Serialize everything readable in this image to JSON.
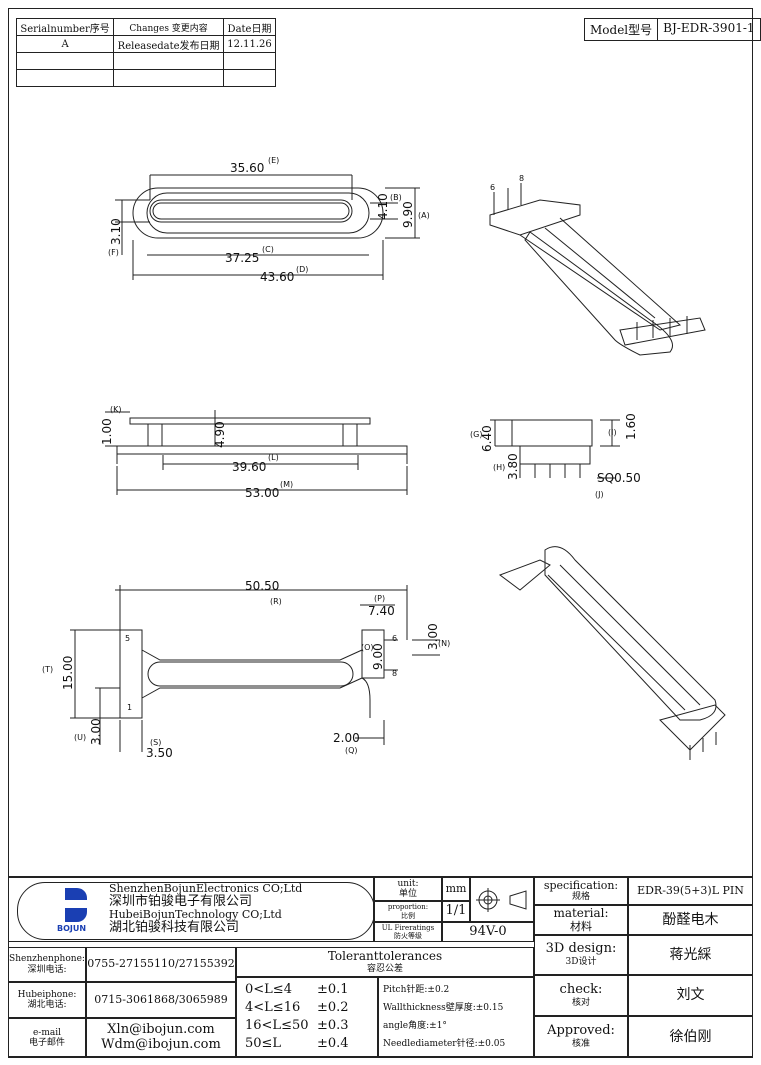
{
  "revision_table": {
    "headers": [
      "Serialnumber序号",
      "Changes 变更内容",
      "Date日期"
    ],
    "rows": [
      [
        "A",
        "Releasedate发布日期",
        "12.11.26"
      ],
      [
        "",
        "",
        ""
      ],
      [
        "",
        "",
        ""
      ]
    ]
  },
  "model": {
    "label": "Model型号",
    "value": "BJ-EDR-3901-1"
  },
  "top_view": {
    "dims": [
      "35.60",
      "4.10",
      "9.90",
      "3.10",
      "37.25",
      "43.60"
    ],
    "letters": [
      "(E)",
      "(B)",
      "(A)",
      "(F)",
      "(C)",
      "(D)"
    ]
  },
  "iso_top": {
    "pins": [
      "6",
      "8"
    ]
  },
  "front_view": {
    "dims": [
      "1.00",
      "4.90",
      "39.60",
      "53.00"
    ],
    "letters": [
      "(K)",
      "(L)",
      "(M)"
    ]
  },
  "side_view": {
    "dims": [
      "6.40",
      "1.60",
      "3.80",
      "SQ0.50"
    ],
    "letters": [
      "(G)",
      "(I)",
      "(H)",
      "(J)"
    ]
  },
  "bottom_view": {
    "dims": [
      "50.50",
      "7.40",
      "3.00",
      "15.00",
      "9.00",
      "3.00",
      "3.50",
      "2.00"
    ],
    "letters": [
      "(R)",
      "(P)",
      "(N)",
      "(T)",
      "(O)",
      "(U)",
      "(S)",
      "(Q)"
    ],
    "pins": [
      "5",
      "1",
      "6",
      "8"
    ]
  },
  "company": {
    "name_en_1": "ShenzhenBojunElectronics CO;Ltd",
    "name_cn_1": "深圳市铂骏电子有限公司",
    "name_en_2": "HubeiBojunTechnology CO;Ltd",
    "name_cn_2": "湖北铂骏科技有限公司",
    "logo_text": "BOJUN"
  },
  "title_block": {
    "unit_label": "unit:",
    "unit_label_cn": "单位",
    "unit_value": "mm",
    "proportion_label": "proportion:",
    "proportion_label_cn": "比例",
    "proportion_value": "1/1",
    "ul_label": "UL Fireratings",
    "ul_label_cn": "防火等级",
    "ul_value": "94V-0",
    "spec_label": "specification:",
    "spec_label_cn": "规格",
    "spec_value": "EDR-39(5+3)L PIN",
    "material_label": "material:",
    "material_label_cn": "材料",
    "material_value": "酚醛电木",
    "design_label": "3D design:",
    "design_label_cn": "3D设计",
    "design_value": "蒋光綵",
    "check_label": "check:",
    "check_label_cn": "核对",
    "check_value": "刘文",
    "approved_label": "Approved:",
    "approved_label_cn": "核准",
    "approved_value": "徐伯刚",
    "sz_phone_label": "Shenzhenphone:",
    "sz_phone_label_cn": "深圳电话:",
    "sz_phone": "0755-27155110/27155392",
    "hb_phone_label": "Hubeiphone:",
    "hb_phone_label_cn": "湖北电话:",
    "hb_phone": "0715-3061868/3065989",
    "email_label": "e-mail",
    "email_label_cn": "电子邮件",
    "email_1": "Xln@ibojun.com",
    "email_2": "Wdm@ibojun.com",
    "tol_title": "Toleranttolerances",
    "tol_title_cn": "容忍公差",
    "tol_rows": [
      [
        "0<L≤4",
        "±0.1"
      ],
      [
        "4<L≤16",
        "±0.2"
      ],
      [
        "16<L≤50",
        "±0.3"
      ],
      [
        "50≤L",
        "±0.4"
      ]
    ],
    "notes": [
      "Pitch针距:±0.2",
      "Wallthickness壁厚度:±0.15",
      "angle角度:±1°",
      "Needlediameter针径:±0.05"
    ]
  }
}
